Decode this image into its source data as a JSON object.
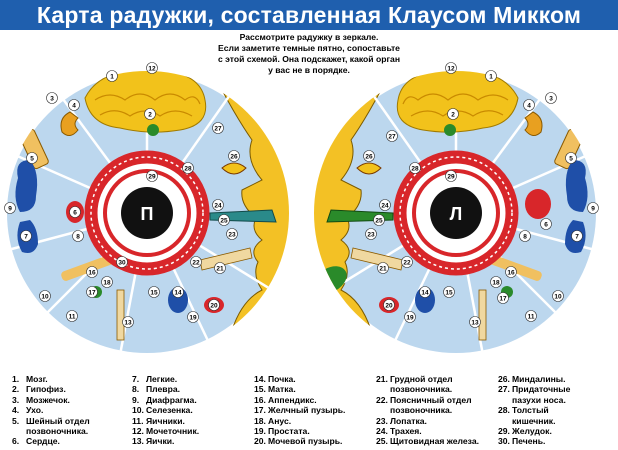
{
  "title": "Карта радужки, составленная Клаусом Микком",
  "instruction": [
    "Рассмотрите радужку в зеркале.",
    "Если заметите темные пятно, сопоставьте",
    "с этой схемой. Она подскажет, какой орган",
    "у вас не в порядке."
  ],
  "eyes": {
    "right": {
      "pupil_label": "П"
    },
    "left": {
      "pupil_label": "Л"
    }
  },
  "zone_numbers_left_eye": [
    "12",
    "1",
    "2",
    "3",
    "4",
    "5",
    "6",
    "7",
    "8",
    "9",
    "10",
    "11",
    "13",
    "14",
    "15",
    "16",
    "17",
    "18",
    "19",
    "20",
    "21",
    "22",
    "23",
    "24",
    "25",
    "26",
    "27",
    "28",
    "29"
  ],
  "zone_numbers_right_eye": [
    "12",
    "1",
    "2",
    "3",
    "4",
    "5",
    "6",
    "7",
    "8",
    "9",
    "10",
    "11",
    "13",
    "14",
    "15",
    "16",
    "17",
    "18",
    "19",
    "20",
    "21",
    "22",
    "23",
    "24",
    "25",
    "26",
    "27",
    "28",
    "29",
    "30"
  ],
  "legend": [
    [
      {
        "num": "1.",
        "text": "Мозг."
      },
      {
        "num": "2.",
        "text": "Гипофиз."
      },
      {
        "num": "3.",
        "text": "Мозжечок."
      },
      {
        "num": "4.",
        "text": "Ухо."
      },
      {
        "num": "5.",
        "text": "Шейный отдел\nпозвоночника."
      },
      {
        "num": "6.",
        "text": "Сердце."
      }
    ],
    [
      {
        "num": "7.",
        "text": "Легкие."
      },
      {
        "num": "8.",
        "text": "Плевра."
      },
      {
        "num": "9.",
        "text": "Диафрагма."
      },
      {
        "num": "10.",
        "text": "Селезенка."
      },
      {
        "num": "11.",
        "text": "Яичники."
      },
      {
        "num": "12.",
        "text": "Мочеточник."
      },
      {
        "num": "13.",
        "text": "Яички."
      }
    ],
    [
      {
        "num": "14.",
        "text": "Почка."
      },
      {
        "num": "15.",
        "text": "Матка."
      },
      {
        "num": "16.",
        "text": "Аппендикс."
      },
      {
        "num": "17.",
        "text": "Желчный пузырь."
      },
      {
        "num": "18.",
        "text": "Анус."
      },
      {
        "num": "19.",
        "text": "Простата."
      },
      {
        "num": "20.",
        "text": "Мочевой пузырь."
      }
    ],
    [
      {
        "num": "21.",
        "text": "Грудной отдел\nпозвоночника."
      },
      {
        "num": "22.",
        "text": "Поясничный отдел\nпозвоночника."
      },
      {
        "num": "23.",
        "text": "Лопатка."
      },
      {
        "num": "24.",
        "text": "Трахея."
      },
      {
        "num": "25.",
        "text": "Щитовидная железа."
      }
    ],
    [
      {
        "num": "26.",
        "text": "Миндалины."
      },
      {
        "num": "27.",
        "text": "Придаточные\nпазухи носа."
      },
      {
        "num": "28.",
        "text": "Толстый\nкишечник."
      },
      {
        "num": "29.",
        "text": "Желудок."
      },
      {
        "num": "30.",
        "text": "Печень."
      }
    ]
  ],
  "colors": {
    "title_bg": "#1f5fae",
    "iris_blue": "#bcd7ee",
    "intestine_red": "#d8262a",
    "brain_yellow": "#f2c21b",
    "pupil": "#111111"
  }
}
